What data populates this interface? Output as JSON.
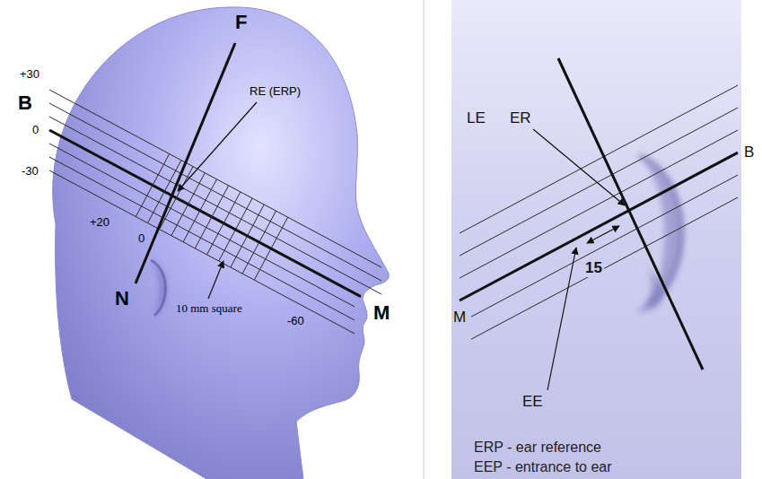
{
  "diagram": {
    "labels": [
      "+30",
      "B",
      "0",
      "-30",
      "F",
      "RE (ERP)",
      "+20",
      "0",
      "N",
      "-60",
      "10 mm square",
      "M",
      "LE",
      "ER",
      "B",
      "M",
      "15",
      "EE",
      "ERP - ear reference",
      "EEP - entrance to ear"
    ]
  }
}
